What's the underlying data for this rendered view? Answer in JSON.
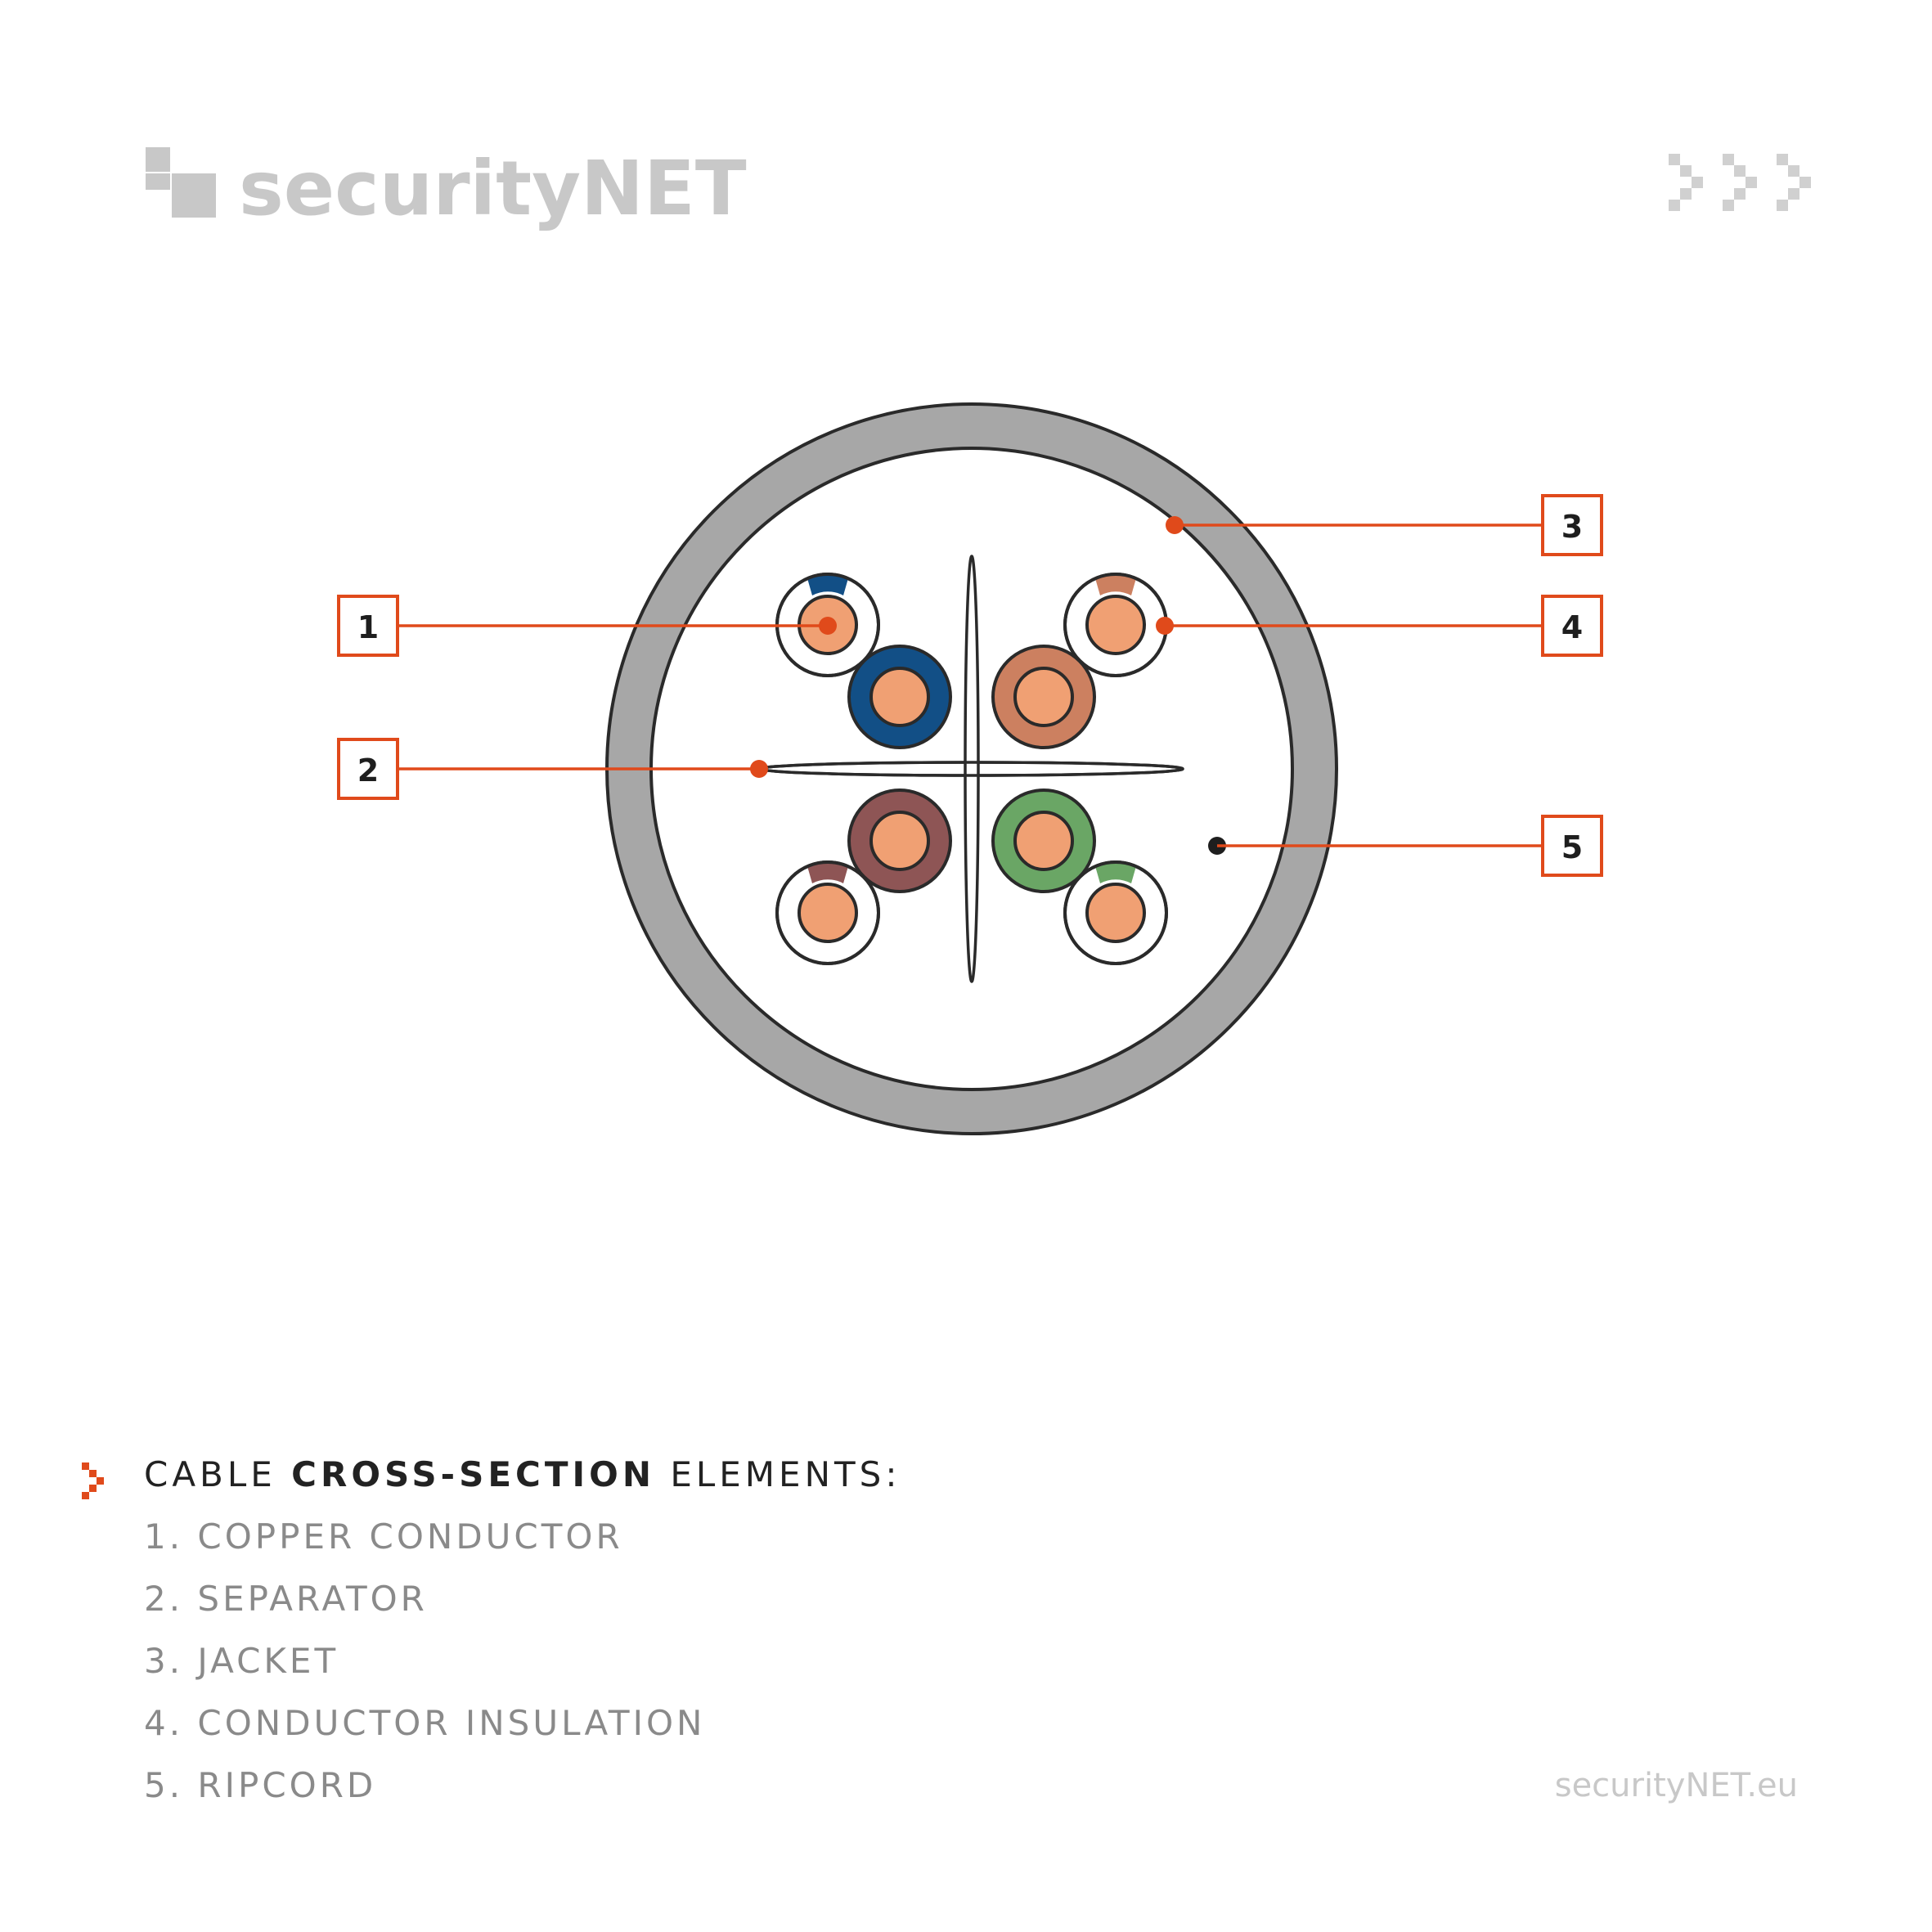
{
  "brand": {
    "name": "securityNET",
    "website": "securityNET.eu",
    "logo_color": "#c8c8c8",
    "arrows_icon": "triple-chevron-right-icon"
  },
  "colors": {
    "accent": "#e04a1b",
    "jacket": "#a7a7a7",
    "outline": "#2a2a2a",
    "copper": "#f0a073",
    "blue": "#124f86",
    "orange": "#cc8060",
    "brown": "#8e5555",
    "green": "#6aa665"
  },
  "callouts": [
    {
      "number": "1"
    },
    {
      "number": "2"
    },
    {
      "number": "3"
    },
    {
      "number": "4"
    },
    {
      "number": "5"
    }
  ],
  "legend": {
    "title_prefix": "CABLE ",
    "title_bold": "CROSS-SECTION",
    "title_suffix": " ELEMENTS:",
    "items": [
      "1. COPPER CONDUCTOR",
      "2. SEPARATOR",
      "3. JACKET",
      "4. CONDUCTOR INSULATION",
      "5. RIPCORD"
    ]
  }
}
